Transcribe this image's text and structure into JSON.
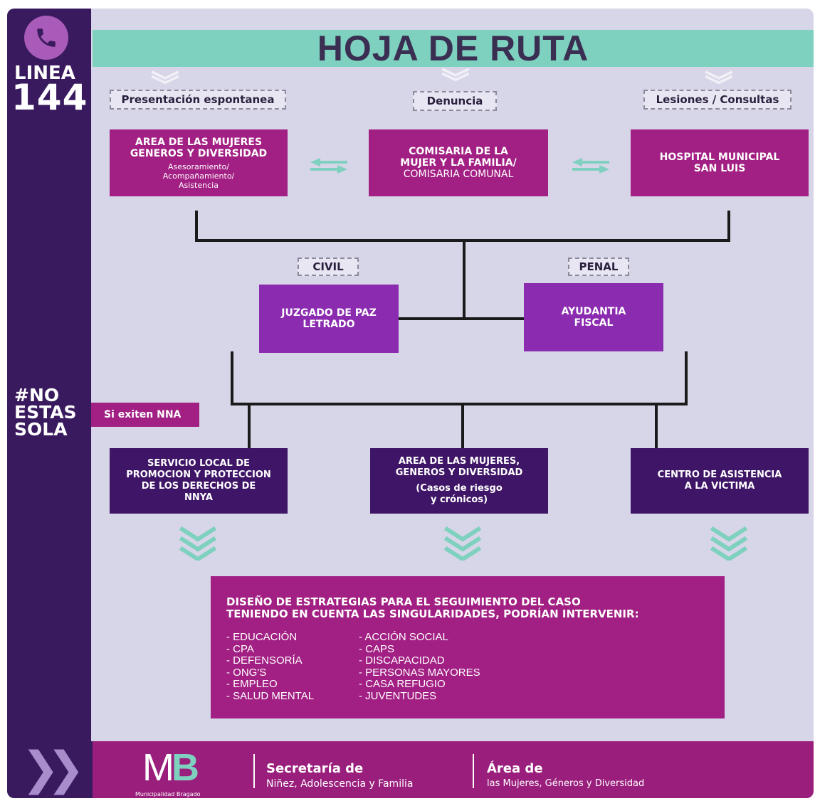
{
  "title": "HOJA DE RUTA",
  "sidebar": {
    "linea_label": "LINEA",
    "linea_number": "144",
    "hashtag": [
      "#NO",
      "ESTAS",
      "SOLA"
    ],
    "nna_tag": "Si exiten NNA"
  },
  "sources": {
    "espontanea": "Presentación espontanea",
    "denuncia": "Denuncia",
    "lesiones": "Lesiones / Consultas"
  },
  "top_boxes": {
    "area": {
      "title": "AREA DE LAS MUJERES GENEROS Y DIVERSIDAD",
      "subtitle_lines": [
        "Asesoramiento/",
        "Acompañamiento/",
        "Asistencia"
      ]
    },
    "comisaria": {
      "lines": [
        "COMISARIA DE LA",
        "MUJER Y LA FAMILIA/",
        "COMISARIA COMUNAL"
      ]
    },
    "hospital": {
      "lines": [
        "HOSPITAL MUNICIPAL",
        "SAN LUIS"
      ]
    }
  },
  "branches": {
    "civil_label": "CIVIL",
    "penal_label": "PENAL",
    "juzgado": [
      "JUZGADO DE PAZ",
      "LETRADO"
    ],
    "ayudantia": [
      "AYUDANTIA",
      "FISCAL"
    ]
  },
  "bottom_boxes": {
    "servicio": [
      "SERVICIO LOCAL DE",
      "PROMOCION Y PROTECCION",
      "DE LOS DERECHOS DE",
      "NNYA"
    ],
    "area": {
      "title_lines": [
        "AREA DE LAS MUJERES,",
        "GENEROS Y DIVERSIDAD"
      ],
      "sub_lines": [
        "(Casos de riesgo",
        "y crónicos)"
      ]
    },
    "centro": [
      "CENTRO DE ASISTENCIA",
      "A LA VICTIMA"
    ]
  },
  "strategy": {
    "heading_lines": [
      "DISEÑO DE ESTRATEGIAS PARA EL SEGUIMIENTO DEL CASO",
      "TENIENDO EN CUENTA LAS SINGULARIDADES, PODRÍAN INTERVENIR:"
    ],
    "col1": [
      "- EDUCACIÓN",
      "- CPA",
      "- DEFENSORÍA",
      "- ONG'S",
      "- EMPLEO",
      "- SALUD MENTAL"
    ],
    "col2": [
      "- ACCIÓN SOCIAL",
      "- CAPS",
      "- DISCAPACIDAD",
      "- PERSONAS MAYORES",
      "- CASA REFUGIO",
      "- JUVENTUDES"
    ]
  },
  "footer": {
    "logo_m": "M",
    "logo_b": "B",
    "logo_sub": "Municipalidad Bragado",
    "secretaria_title": "Secretaría de",
    "secretaria_sub": "Niñez, Adolescencia y Familia",
    "area_title": "Área de",
    "area_sub": "las Mujeres, Géneros y Diversidad"
  },
  "colors": {
    "sidebar": "#3a1a5e",
    "magenta": "#a21f83",
    "violet": "#8b2bb0",
    "dark_purple": "#3f1567",
    "mint": "#7fd1bf",
    "background": "#d7d5e8"
  },
  "icons": [
    "phone-icon",
    "chevron-down-icon",
    "exchange-arrows-icon",
    "double-chevron-down-icon",
    "double-chevron-right-icon"
  ]
}
